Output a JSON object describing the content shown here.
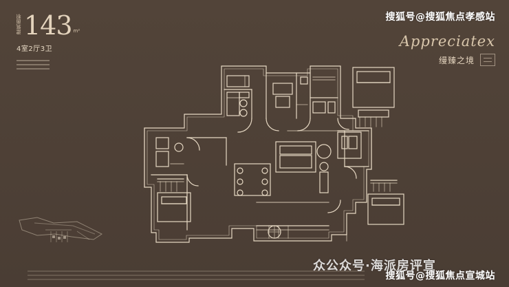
{
  "header": {
    "area_tag": "建筑面积",
    "area_number": "143",
    "area_unit": "m²",
    "room_config": "4室2厅3卫"
  },
  "branding": {
    "script_text": "Appreciatex",
    "collection_label": "缦臻之境"
  },
  "watermarks": {
    "top": "搜狐号@搜狐焦点孝感站",
    "middle": "众公众号·海派房评宣",
    "bottom": "搜狐号@搜狐焦点宣城站"
  },
  "colors": {
    "background": "#4f4137",
    "line": "#e7d9c4",
    "text": "#e5d5bf"
  }
}
